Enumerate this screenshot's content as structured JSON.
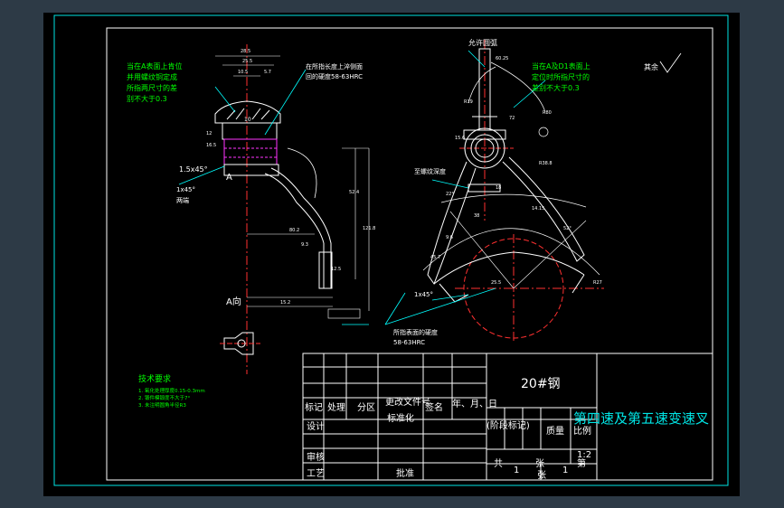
{
  "colors": {
    "background": "#2d3a46",
    "canvas": "#000000",
    "frame": "#00e5e5",
    "outline": "#ffffff",
    "note": "#00ff00",
    "heat_treat": "#ff00ff",
    "centerline": "#ff0000",
    "callout": "#00ffff"
  },
  "notes": {
    "left_flatness": [
      "当在A表面上肯位",
      "并用螺纹铜定成",
      "所指两尺寸的差",
      "别不大于0.3"
    ],
    "surface_hardening": [
      "在所指长度上淬侧面",
      "回的硬度58-63HRC"
    ],
    "right_flatness": [
      "当在A及D1表面上",
      "定位时所指尺寸的",
      "差别不大于0.3"
    ],
    "view_a": "A向",
    "section_a": "A",
    "chamfer_left": "1.5x45°",
    "chamfer_both": "1x45°",
    "both_ends": "两端",
    "allowable_scratch": "允许圆弧",
    "to_thread": "至螺纹深度",
    "chamfer_right": "1x45°",
    "fork_hardness": [
      "所指表面的硬度",
      "58-63HRC"
    ],
    "roughness_rest": "其余",
    "ts_title": "技术要求",
    "ts_items": [
      "1. 氧化处理厚度0.15-0.3mm",
      "2. 锻件模锻度不大于7°",
      "3. 未注明圆角半径R3"
    ]
  },
  "title_block": {
    "material": "20#钢",
    "part_name": "第四速及第五速变速叉",
    "labels": {
      "mark": "标记",
      "count": "处理",
      "zone": "分区",
      "change_doc": "更改文件号",
      "signature": "签名",
      "date": "年、月、日",
      "design": "设计",
      "standardize": "标准化",
      "stage_mark": "(阶段标记)",
      "weight": "质量",
      "scale": "比例",
      "review": "审核",
      "process": "工艺",
      "approve": "批准",
      "total": "共",
      "sheets": "张",
      "sheet_no": "第",
      "sheet_unit": "张"
    },
    "scale_value": "1:2",
    "total_sheets": "1",
    "sheet_number": "1"
  },
  "dims": {
    "d1": "28.5",
    "d2": "25.5",
    "d3": "10.5",
    "d4": "5.7",
    "d5": "10",
    "d6": "12",
    "d7": "16.5",
    "d8": "52.4",
    "d9": "121.8",
    "d10": "80.2",
    "d11": "15.2",
    "d12": "9.3",
    "d13": "60.25",
    "d14": "R19",
    "d15": "R80",
    "d16": "72",
    "d17": "15.6",
    "d18": "R38.8",
    "d19": "22°",
    "d20": "38",
    "d21": "52°",
    "d22": "R27",
    "d23": "45.7",
    "d24": "25.5",
    "d25": "14.15",
    "d26": "18",
    "d27": "9.6",
    "d28": "12.5"
  }
}
